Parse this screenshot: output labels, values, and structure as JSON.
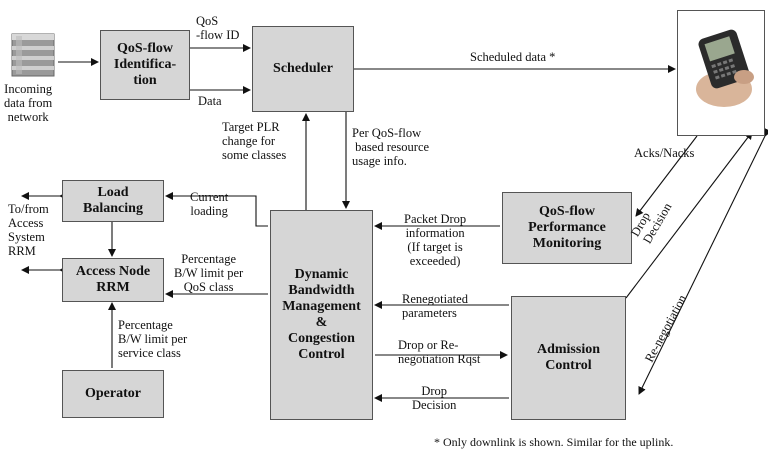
{
  "boxes": {
    "qos_id": "QoS-flow\nIdentifica-\ntion",
    "scheduler": "Scheduler",
    "load_balancing": "Load\nBalancing",
    "access_node_rrm": "Access Node\nRRM",
    "operator": "Operator",
    "dbm": "Dynamic\nBandwidth\nManagement\n&\nCongestion\nControl",
    "qos_monitor": "QoS-flow\nPerformance\nMonitoring",
    "admission": "Admission\nControl"
  },
  "labels": {
    "incoming": "Incoming\ndata from\nnetwork",
    "qos_flow_id": "QoS\n-flow ID",
    "data": "Data",
    "scheduled_data": "Scheduled data *",
    "target_plr": "Target PLR\nchange for\nsome classes",
    "per_qos_flow": "Per QoS-flow\n based resource\nusage info.",
    "acks_nacks": "Acks/Nacks",
    "current_loading": "Current\nloading",
    "to_from_access": "To/from\nAccess\nSystem\nRRM",
    "percentage_bw_qos": "Percentage\nB/W limit per\nQoS class",
    "packet_drop": "Packet Drop\ninformation\n(If target is\nexceeded)",
    "percentage_bw_service": "Percentage\nB/W limit per\nservice class",
    "renegotiated": "Renegotiated\nparameters",
    "drop_or_reneg": "Drop or Re-\nnegotiation Rqst",
    "drop_decision_bottom": "Drop\nDecision",
    "drop_decision_diag": "Drop\nDecision",
    "re_negotiation": "Re-negotiation",
    "footnote": "* Only downlink is shown. Similar for the uplink."
  }
}
